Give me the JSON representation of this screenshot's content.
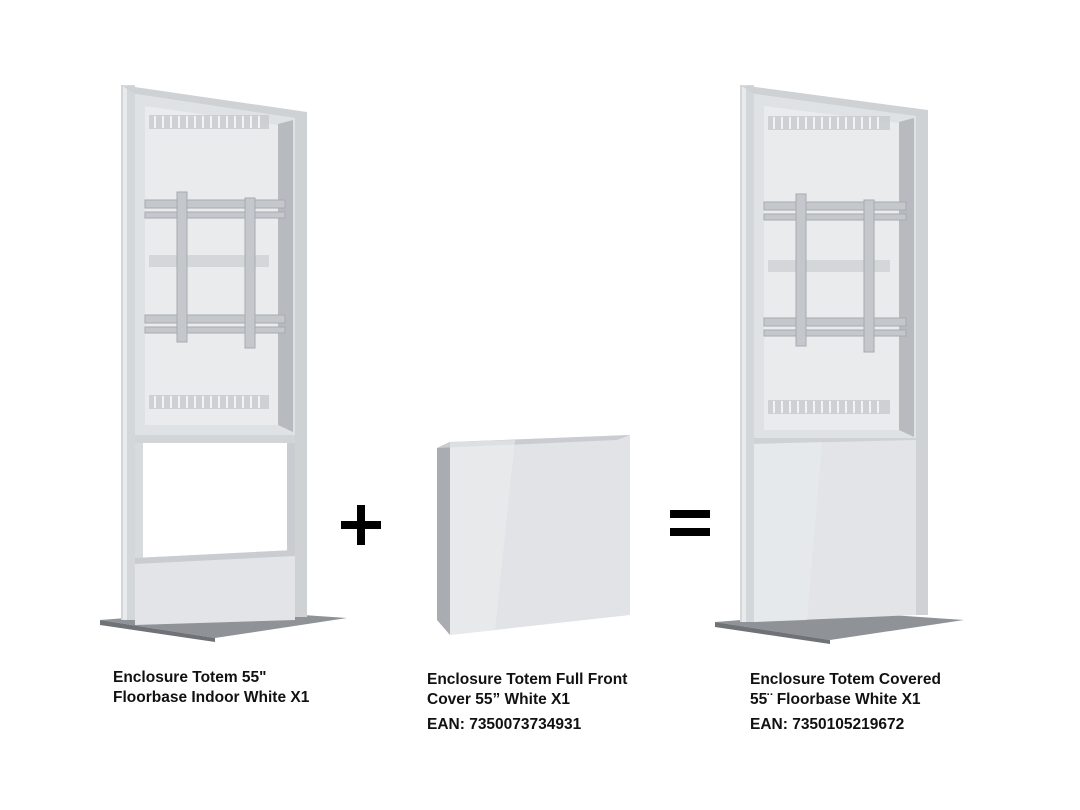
{
  "products": [
    {
      "name_line1": "Enclosure Totem 55\"",
      "name_line2": "Floorbase Indoor White X1",
      "ean": ""
    },
    {
      "name_line1": "Enclosure Totem Full Front",
      "name_line2": "Cover 55” White X1",
      "ean": "EAN: 7350073734931"
    },
    {
      "name_line1": "Enclosure Totem Covered",
      "name_line2": "55¨ Floorbase White X1",
      "ean": "EAN: 7350105219672"
    }
  ],
  "operators": {
    "plus": "+",
    "equals": "="
  },
  "colors": {
    "frame": "#d9dcdf",
    "frame_shadow": "#b5b9bd",
    "panel": "#e6e8ea",
    "bracket": "#c4c8cc",
    "base": "#8f9397",
    "text": "#111111"
  }
}
